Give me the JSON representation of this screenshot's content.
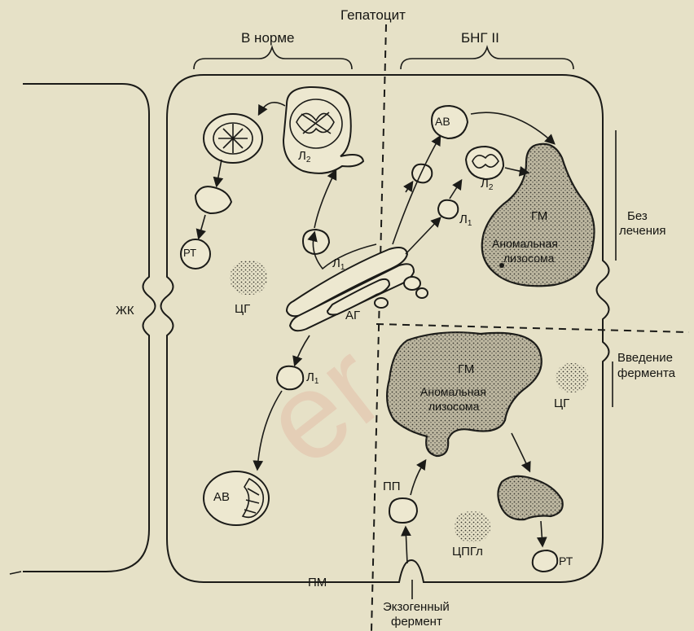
{
  "title": "Гепатоцит",
  "headers": {
    "normal": "В норме",
    "disease": "БНГ II"
  },
  "side_labels": {
    "untreated": [
      "Без",
      "лечения"
    ],
    "treated": [
      "Введение",
      "фермента"
    ]
  },
  "organelles": {
    "autophagic_vacuole": "АВ",
    "lysosome_1": "Л",
    "lysosome_2": "Л",
    "residual_body": "РТ",
    "golgi_apparatus": "АГ",
    "glycogen": "ЦГ",
    "glycogen_polyglucosan": "ЦПГл",
    "pinocytotic_vesicle": "ПП",
    "bile_canaliculus": "ЖК",
    "plasma_membrane": "ПМ",
    "gm": "ГМ",
    "abnormal_lysosome": [
      "Аномальная",
      "лизосома"
    ],
    "exogenous_enzyme": [
      "Экзогенный",
      "фермент"
    ]
  },
  "subscripts": {
    "one": "1",
    "two": "2"
  },
  "watermark": "er"
}
